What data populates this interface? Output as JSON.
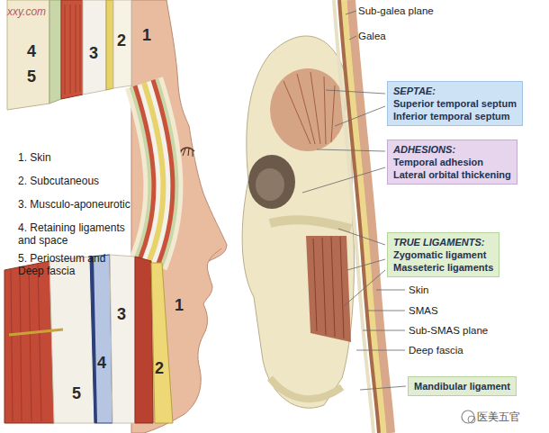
{
  "diagram": {
    "nodes": [
      {
        "text": [
          "SEPTAE:",
          "Superior temporal septum",
          "Inferior temporal septum"
        ]
      },
      {
        "text": [
          "ADHESIONS:",
          "Temporal adhesion",
          "Lateral orbital thickening"
        ]
      },
      {
        "text": [
          "TRUE LIGAMENTS:",
          "Zygomatic ligament",
          "Masseteric ligaments"
        ]
      },
      {
        "text": [
          "Mandibular ligament"
        ]
      }
    ],
    "labels": [
      "xxy.com",
      "1. Skin",
      "2. Subcutaneous",
      "3. Musculo-aponeurotic",
      "4. Retaining ligaments and space",
      "5. Periosteum and Deep fascia",
      "4",
      "5",
      "3",
      "2",
      "1",
      "3",
      "1",
      "2",
      "4",
      "5",
      "Sub-galea plane",
      "Galea",
      "Skin",
      "SMAS",
      "Sub-SMAS plane",
      "Deep fascia",
      "医美五官"
    ]
  }
}
